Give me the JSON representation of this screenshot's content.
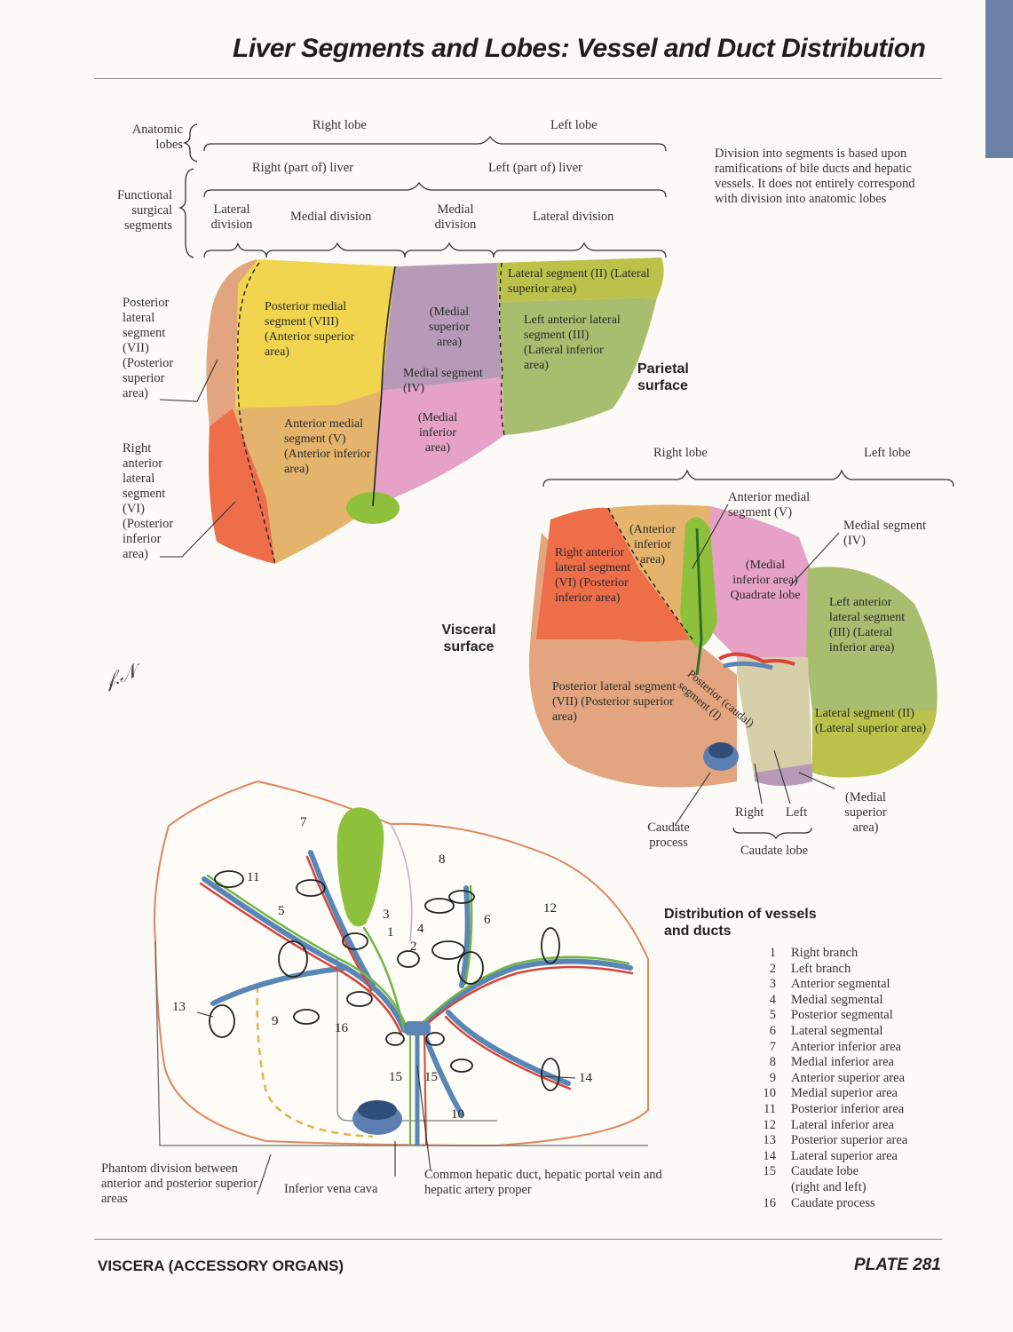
{
  "title": "Liver Segments and Lobes: Vessel and Duct Distribution",
  "header": {
    "anatomic_lobes": "Anatomic lobes",
    "functional_segments": "Functional surgical segments",
    "right_lobe": "Right lobe",
    "left_lobe": "Left lobe",
    "right_liver": "Right (part of) liver",
    "left_liver": "Left (part of) liver",
    "lateral_division_r": "Lateral division",
    "medial_division_r": "Medial division",
    "medial_division_l": "Medial division",
    "lateral_division_l": "Lateral division"
  },
  "note": "Division into segments is based upon ramifications of bile ducts and hepatic vessels. It does not entirely correspond with division into anatomic lobes",
  "parietal": {
    "surface_label": "Parietal surface",
    "posterior_lateral_vii": "Posterior lateral segment (VII) (Posterior superior area)",
    "right_anterior_vi": "Right anterior lateral segment (VI) (Posterior inferior area)",
    "posterior_medial_viii": "Posterior medial segment (VIII) (Anterior superior area)",
    "anterior_medial_v": "Anterior medial segment (V) (Anterior inferior area)",
    "medial_superior": "(Medial superior area)",
    "medial_iv": "Medial segment (IV)",
    "medial_inferior": "(Medial inferior area)",
    "lateral_ii": "Lateral segment (II) (Lateral superior area)",
    "left_anterior_iii": "Left anterior lateral segment (III) (Lateral inferior area)"
  },
  "visceral": {
    "surface_label": "Visceral surface",
    "right_lobe": "Right lobe",
    "left_lobe": "Left lobe",
    "anterior_medial_v": "Anterior medial segment (V)",
    "medial_iv": "Medial segment (IV)",
    "anterior_inferior": "(Anterior inferior area)",
    "right_anterior_vi": "Right anterior lateral segment (VI) (Posterior inferior area)",
    "medial_inferior_quadrate": "(Medial inferior area) Quadrate lobe",
    "left_anterior_iii": "Left anterior lateral segment (III) (Lateral inferior area)",
    "posterior_caudal": "Posterior (caudal) segment (I)",
    "posterior_lateral_vii": "Posterior lateral segment (VII) (Posterior superior area)",
    "lateral_ii": "Lateral segment (II) (Lateral superior area)",
    "medial_superior": "(Medial superior area)",
    "caudate_process": "Caudate process",
    "right": "Right",
    "left": "Left",
    "caudate_lobe": "Caudate lobe"
  },
  "distribution": {
    "title": "Distribution of vessels and ducts",
    "phantom": "Phantom division between anterior and posterior superior areas",
    "ivc": "Inferior vena cava",
    "common": "Common hepatic duct, hepatic portal vein and hepatic artery proper",
    "callouts": [
      "1",
      "2",
      "3",
      "4",
      "5",
      "6",
      "7",
      "8",
      "9",
      "10",
      "11",
      "12",
      "13",
      "14",
      "15",
      "15",
      "16"
    ],
    "legend": [
      {
        "n": "1",
        "t": "Right branch"
      },
      {
        "n": "2",
        "t": "Left branch"
      },
      {
        "n": "3",
        "t": "Anterior segmental"
      },
      {
        "n": "4",
        "t": "Medial segmental"
      },
      {
        "n": "5",
        "t": "Posterior segmental"
      },
      {
        "n": "6",
        "t": "Lateral segmental"
      },
      {
        "n": "7",
        "t": "Anterior inferior area"
      },
      {
        "n": "8",
        "t": "Medial inferior area"
      },
      {
        "n": "9",
        "t": "Anterior superior area"
      },
      {
        "n": "10",
        "t": "Medial superior area"
      },
      {
        "n": "11",
        "t": "Posterior inferior area"
      },
      {
        "n": "12",
        "t": "Lateral inferior area"
      },
      {
        "n": "13",
        "t": "Posterior superior area"
      },
      {
        "n": "14",
        "t": "Lateral superior area"
      },
      {
        "n": "15",
        "t": "Caudate lobe"
      },
      {
        "n": "",
        "t": "(right and left)"
      },
      {
        "n": "16",
        "t": "Caudate process"
      }
    ]
  },
  "footer": {
    "left": "VISCERA (ACCESSORY ORGANS)",
    "right": "PLATE 281"
  },
  "colors": {
    "segment_viii": "#f1d54e",
    "segment_v": "#e5b46c",
    "segment_vi": "#ee6e4a",
    "segment_vii": "#e2a57f",
    "segment_iv_sup": "#b79ab8",
    "segment_iv_inf": "#e6a1c6",
    "segment_iii": "#a9bd6e",
    "segment_ii": "#bcc14a",
    "gallbladder": "#8ec13b",
    "portal_vein": "#5a86b5",
    "artery": "#d9433a",
    "duct": "#72b547",
    "ivc": "#5b7fb0"
  }
}
